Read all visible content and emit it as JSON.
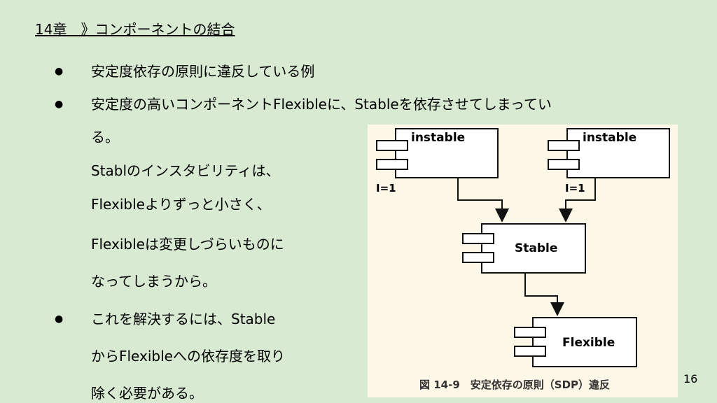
{
  "slide": {
    "title": "14章　》コンポーネントの結合",
    "bullets": [
      {
        "lines": [
          "安定度依存の原則に違反している例"
        ]
      },
      {
        "lines": [
          "安定度の高いコンポーネントFlexibleに、Stableを依存させてしまってい",
          "る。",
          "Stablのインスタビリティは、",
          "Flexibleよりずっと小さく、",
          "Flexibleは変更しづらいものに",
          "なってしまうから。"
        ]
      },
      {
        "lines": [
          "これを解決するには、Stable",
          "からFlexibleへの依存度を取り",
          "除く必要がある。"
        ]
      }
    ],
    "page_number": "16"
  },
  "figure": {
    "components": {
      "instable_left": "instable",
      "instable_right": "instable",
      "stable": "Stable",
      "flexible": "Flexible"
    },
    "metrics": {
      "left": "I=1",
      "right": "I=1"
    },
    "caption": "図 14-9　安定依存の原則（SDP）違反"
  }
}
